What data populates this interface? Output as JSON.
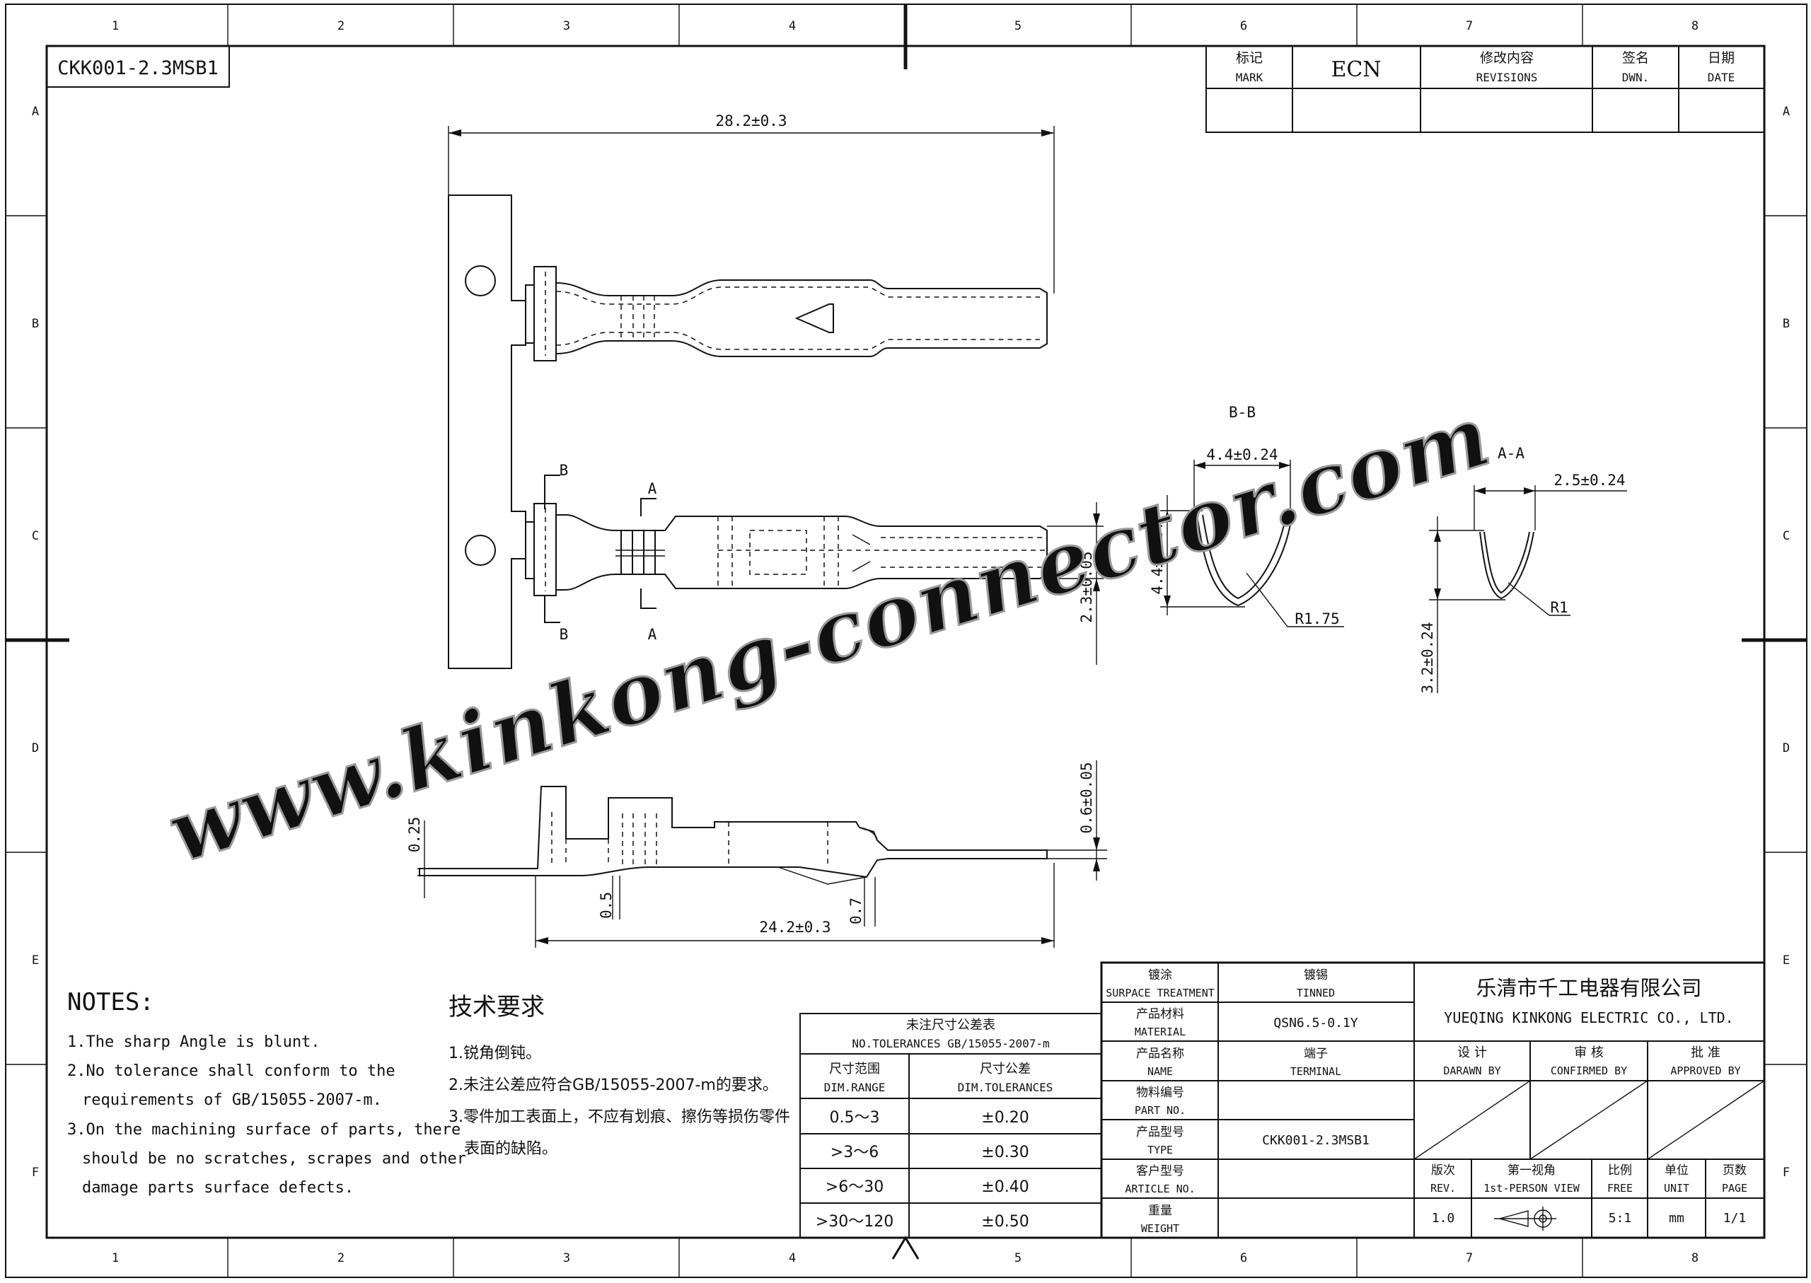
{
  "drawing_no": "CKK001-2.3MSB1",
  "grid": {
    "columns": [
      "1",
      "2",
      "3",
      "4",
      "5",
      "6",
      "7",
      "8"
    ],
    "rows": [
      "A",
      "B",
      "C",
      "D",
      "E",
      "F"
    ]
  },
  "revisions": {
    "mark_cn": "标记",
    "mark_en": "MARK",
    "ecn": "ECN",
    "rev_cn": "修改内容",
    "rev_en": "REVISIONS",
    "dwn_cn": "签名",
    "dwn_en": "DWN.",
    "date_cn": "日期",
    "date_en": "DATE"
  },
  "dimensions": {
    "overall_top": "28.2±0.3",
    "overall_side": "24.2±0.3",
    "width_23": "2.3±0.05",
    "thick_06": "0.6±0.05",
    "t025": "0.25",
    "t05": "0.5",
    "t07": "0.7"
  },
  "section_bb": {
    "title": "B-B",
    "width": "4.4±0.24",
    "height": "4.4±0.24",
    "radius": "R1.75"
  },
  "section_aa": {
    "title": "A-A",
    "width": "2.5±0.24",
    "height": "3.2±0.24",
    "radius": "R1"
  },
  "section_marks": {
    "a": "A",
    "b": "B"
  },
  "watermark": "www.kinkong-connector.com",
  "notes_en": {
    "title": "NOTES:",
    "items": [
      "1.The sharp Angle is blunt.",
      "2.No tolerance shall conform to the",
      "requirements of GB/15055-2007-m.",
      "3.On the machining surface of parts, there",
      "should be no scratches, scrapes and other",
      "damage parts surface defects."
    ]
  },
  "notes_cn": {
    "title": "技术要求",
    "items": [
      "1.锐角倒钝。",
      "2.未注公差应符合GB/15055-2007-m的要求。",
      "3.零件加工表面上，不应有划痕、擦伤等损伤零件",
      "表面的缺陷。"
    ]
  },
  "tolerances": {
    "title_cn": "未注尺寸公差表",
    "title_en": "NO.TOLERANCES GB/15055-2007-m",
    "col1_cn": "尺寸范围",
    "col1_en": "DIM.RANGE",
    "col2_cn": "尺寸公差",
    "col2_en": "DIM.TOLERANCES",
    "rows": [
      {
        "range": "0.5～3",
        "tol": "±0.20"
      },
      {
        "range": ">3～6",
        "tol": "±0.30"
      },
      {
        "range": ">6～30",
        "tol": "±0.40"
      },
      {
        "range": ">30～120",
        "tol": "±0.50"
      }
    ]
  },
  "title_block": {
    "surface_cn": "镀涂",
    "surface_en": "SURPACE TREATMENT",
    "surface_val_cn": "镀锡",
    "surface_val_en": "TINNED",
    "material_cn": "产品材料",
    "material_en": "MATERIAL",
    "material_val": "QSN6.5-0.1Y",
    "name_cn": "产品名称",
    "name_en": "NAME",
    "name_val_cn": "端子",
    "name_val_en": "TERMINAL",
    "partno_cn": "物料编号",
    "partno_en": "PART NO.",
    "type_cn": "产品型号",
    "type_en": "TYPE",
    "type_val": "CKK001-2.3MSB1",
    "article_cn": "客户型号",
    "article_en": "ARTICLE NO.",
    "weight_cn": "重量",
    "weight_en": "WEIGHT",
    "company_cn": "乐清市千工电器有限公司",
    "company_en": "YUEQING KINKONG ELECTRIC CO., LTD.",
    "design_cn": "设 计",
    "design_en": "DARAWN BY",
    "confirm_cn": "审 核",
    "confirm_en": "CONFIRMED BY",
    "approve_cn": "批 准",
    "approve_en": "APPROVED BY",
    "rev_cn": "版次",
    "rev_en": "REV.",
    "rev_val": "1.0",
    "view_cn": "第一视角",
    "view_en": "1st-PERSON VIEW",
    "scale_cn": "比例",
    "scale_en": "FREE",
    "scale_val": "5:1",
    "unit_cn": "单位",
    "unit_en": "UNIT",
    "unit_val": "mm",
    "page_cn": "页数",
    "page_en": "PAGE",
    "page_val": "1/1"
  }
}
